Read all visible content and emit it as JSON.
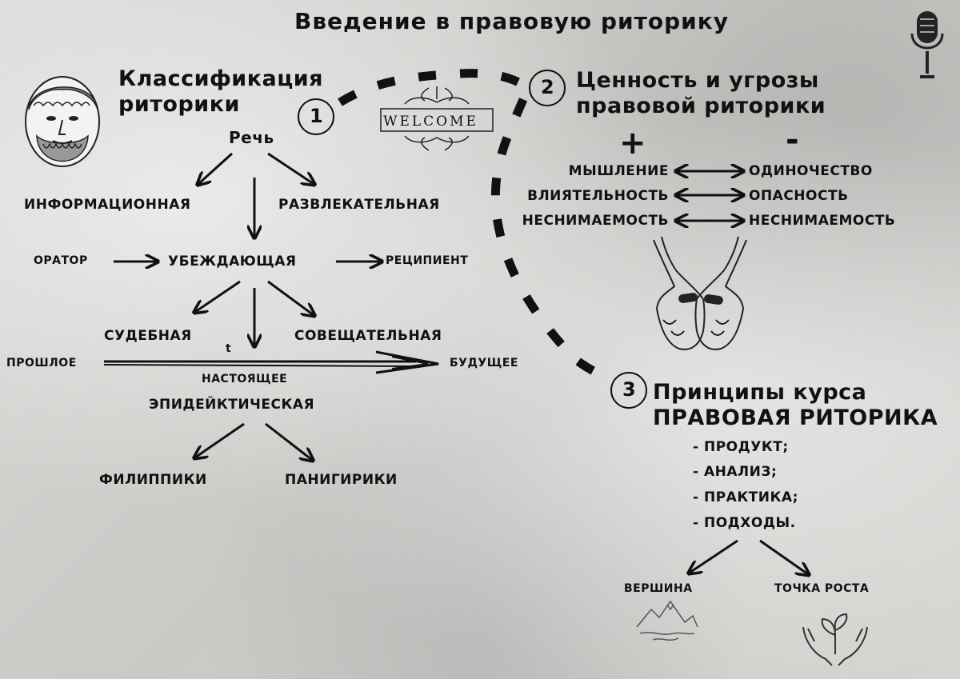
{
  "title": "Введение в правовую риторику",
  "section1": {
    "number": "1",
    "heading_line1": "Классификация",
    "heading_line2": "риторики",
    "speech": "Речь",
    "informational": "информационная",
    "entertaining": "развлекательная",
    "orator": "оратор",
    "persuasive": "убеждающая",
    "recipient": "реципиент",
    "judicial": "судебная",
    "deliberative": "совещательная",
    "past": "прошлое",
    "present": "настоящее",
    "future": "будущее",
    "time_marker": "t",
    "epideictic": "эпидейктическая",
    "philippics": "филиппики",
    "panegyrics": "панигирики"
  },
  "badge": {
    "text": "WELCOME"
  },
  "section2": {
    "number": "2",
    "heading_line1": "Ценность и угрозы",
    "heading_line2": "правовой риторики",
    "plus": "+",
    "minus": "-",
    "pairs": [
      {
        "left": "мышление",
        "right": "одиночество"
      },
      {
        "left": "влиятельность",
        "right": "опасность"
      },
      {
        "left": "неснимаемость",
        "right": "неснимаемость"
      }
    ]
  },
  "section3": {
    "number": "3",
    "heading_line1": "Принципы курса",
    "heading_line2": "Правовая риторика",
    "items": [
      "- продукт;",
      "- анализ;",
      "- практика;",
      "- подходы."
    ],
    "peak": "вершина",
    "growth_point": "точка роста"
  },
  "icons": {
    "portrait": "aristotle-bust-icon",
    "microphone": "microphone-icon",
    "hands": "open-hands-pills-icon",
    "mountains": "mountains-icon",
    "sprout": "sprout-hands-icon"
  },
  "colors": {
    "ink": "#111111",
    "background": "#cfcfcd"
  }
}
